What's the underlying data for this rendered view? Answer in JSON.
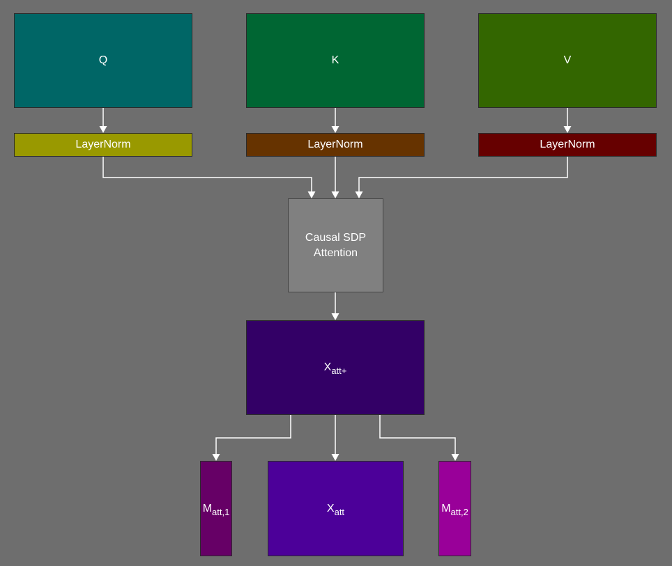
{
  "nodes": {
    "q": {
      "label": "Q",
      "color": "#006666"
    },
    "k": {
      "label": "K",
      "color": "#006633"
    },
    "v": {
      "label": "V",
      "color": "#336600"
    },
    "ln_q": {
      "label": "LayerNorm",
      "color": "#999900"
    },
    "ln_k": {
      "label": "LayerNorm",
      "color": "#663300"
    },
    "ln_v": {
      "label": "LayerNorm",
      "color": "#660000"
    },
    "attention": {
      "line1": "Causal SDP",
      "line2": "Attention",
      "color": "#808080"
    },
    "x_att_plus": {
      "base": "X",
      "sub": "att+",
      "color": "#330066"
    },
    "m_att_1": {
      "base": "M",
      "sub": "att,1",
      "color": "#660066"
    },
    "x_att": {
      "base": "X",
      "sub": "att",
      "color": "#4c0099"
    },
    "m_att_2": {
      "base": "M",
      "sub": "att,2",
      "color": "#990099"
    }
  },
  "edges": [
    {
      "from": "Q",
      "to": "LayerNorm (Q)"
    },
    {
      "from": "K",
      "to": "LayerNorm (K)"
    },
    {
      "from": "V",
      "to": "LayerNorm (V)"
    },
    {
      "from": "LayerNorm (Q)",
      "to": "Causal SDP Attention"
    },
    {
      "from": "LayerNorm (K)",
      "to": "Causal SDP Attention"
    },
    {
      "from": "LayerNorm (V)",
      "to": "Causal SDP Attention"
    },
    {
      "from": "Causal SDP Attention",
      "to": "X att+"
    },
    {
      "from": "X att+",
      "to": "M att,1"
    },
    {
      "from": "X att+",
      "to": "X att"
    },
    {
      "from": "X att+",
      "to": "M att,2"
    }
  ],
  "colors": {
    "background": "#6e6e6e",
    "edge": "#ffffff",
    "text": "#ffffff"
  }
}
